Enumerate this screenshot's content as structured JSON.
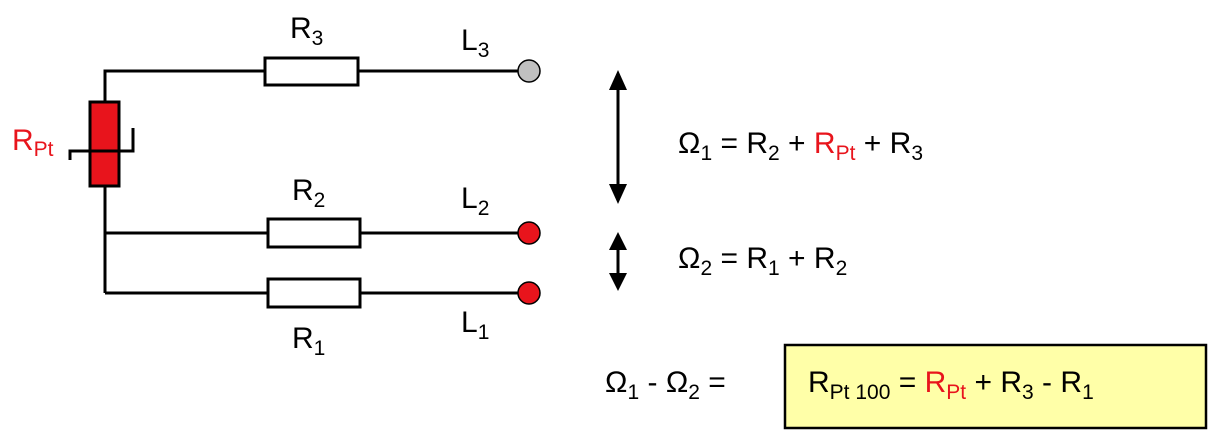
{
  "colors": {
    "red_element": "#e8141c",
    "terminal_grey": "#c0c0c0",
    "terminal_red": "#e8141c",
    "result_box_fill": "#ffffa8",
    "line": "#000000"
  },
  "labels": {
    "R": "R",
    "L": "L",
    "Pt": "Pt",
    "omega": "Ω",
    "r1_sub": "1",
    "r2_sub": "2",
    "r3_sub": "3",
    "l1_sub": "1",
    "l2_sub": "2",
    "l3_sub": "3",
    "pt100_sub": "Pt 100"
  },
  "equations": {
    "eq1": {
      "lhs_sub": "1",
      "eq": "=",
      "plus1": "+",
      "plus2": "+"
    },
    "eq2": {
      "lhs_sub": "2",
      "eq": "=",
      "plus": "+"
    },
    "diff": {
      "minus": "-",
      "eq": "="
    },
    "result": {
      "eq": "=",
      "plus": "+",
      "minus": "-"
    }
  }
}
